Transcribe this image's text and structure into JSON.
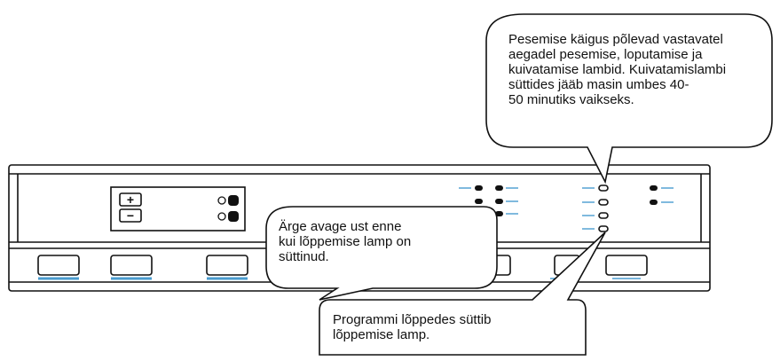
{
  "callouts": {
    "top_right": {
      "lines": [
        "Pesemise käigus põlevad vastavatel",
        "aegadel pesemise, loputamise ja",
        "kuivatamise lambid. Kuivatamislambi",
        "süttides jääb masin umbes 40-",
        "50 minutiks vaikseks."
      ]
    },
    "middle": {
      "lines": [
        "Ärge avage ust enne",
        "kui lõppemise lamp on",
        "süttinud."
      ]
    },
    "bottom": {
      "lines": [
        "Programmi lõppedes süttib",
        "lõppemise lamp."
      ]
    }
  },
  "panel": {
    "display_buttons": [
      "+",
      "−"
    ]
  },
  "colors": {
    "line": "#111111",
    "accent": "#4a9ccf"
  }
}
